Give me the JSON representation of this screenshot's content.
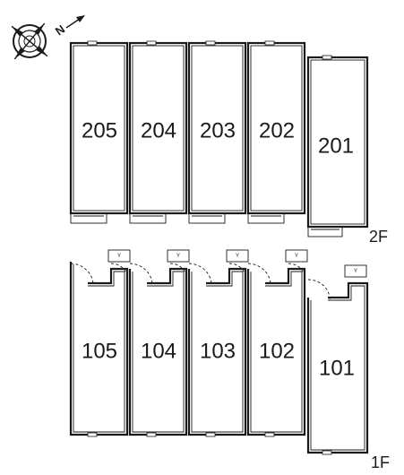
{
  "compass": {
    "north_label": "N",
    "icon": "compass-rose-icon"
  },
  "floors": [
    {
      "label": "2F",
      "units": [
        "205",
        "204",
        "203",
        "202",
        "201"
      ]
    },
    {
      "label": "1F",
      "units": [
        "105",
        "104",
        "103",
        "102",
        "101"
      ]
    }
  ],
  "colors": {
    "line": "#1a1a1a",
    "background": "#ffffff"
  }
}
